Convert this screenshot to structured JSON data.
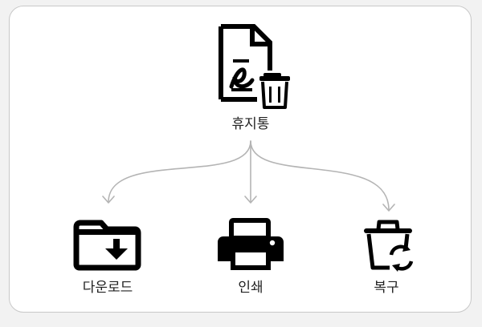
{
  "root": {
    "label": "휴지통",
    "icon": "document-trash-icon"
  },
  "actions": [
    {
      "label": "다운로드",
      "icon": "folder-download-icon"
    },
    {
      "label": "인쇄",
      "icon": "printer-icon"
    },
    {
      "label": "복구",
      "icon": "trash-restore-icon"
    }
  ],
  "colors": {
    "icon": "#000000",
    "connector": "#b4b4b4",
    "border": "#c8c8c8",
    "background": "#ffffff"
  }
}
